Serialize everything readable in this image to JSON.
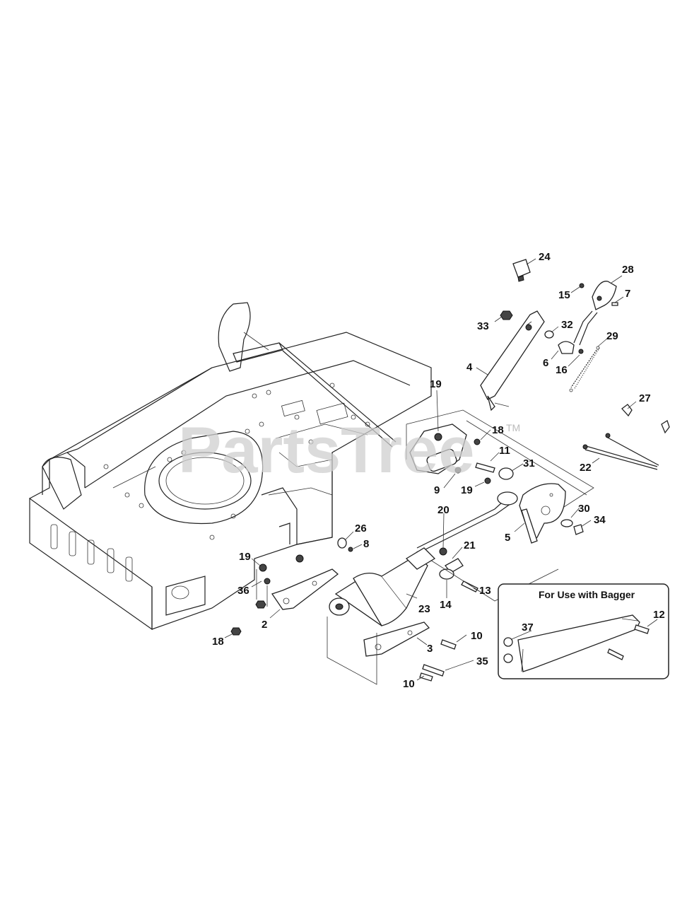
{
  "watermark": {
    "text": "PartsTree",
    "trademark": "TM"
  },
  "inset": {
    "title": "For Use with Bagger"
  },
  "callouts": {
    "c2": "2",
    "c3": "3",
    "c4": "4",
    "c5": "5",
    "c6": "6",
    "c7": "7",
    "c8": "8",
    "c9": "9",
    "c10a": "10",
    "c10b": "10",
    "c11": "11",
    "c12": "12",
    "c13": "13",
    "c14": "14",
    "c15": "15",
    "c16": "16",
    "c18a": "18",
    "c18b": "18",
    "c19a": "19",
    "c19b": "19",
    "c19c": "19",
    "c20": "20",
    "c21": "21",
    "c22": "22",
    "c23": "23",
    "c24": "24",
    "c26": "26",
    "c27": "27",
    "c28": "28",
    "c29": "29",
    "c30": "30",
    "c31": "31",
    "c32": "32",
    "c33": "33",
    "c34": "34",
    "c35": "35",
    "c36": "36",
    "c37": "37"
  }
}
